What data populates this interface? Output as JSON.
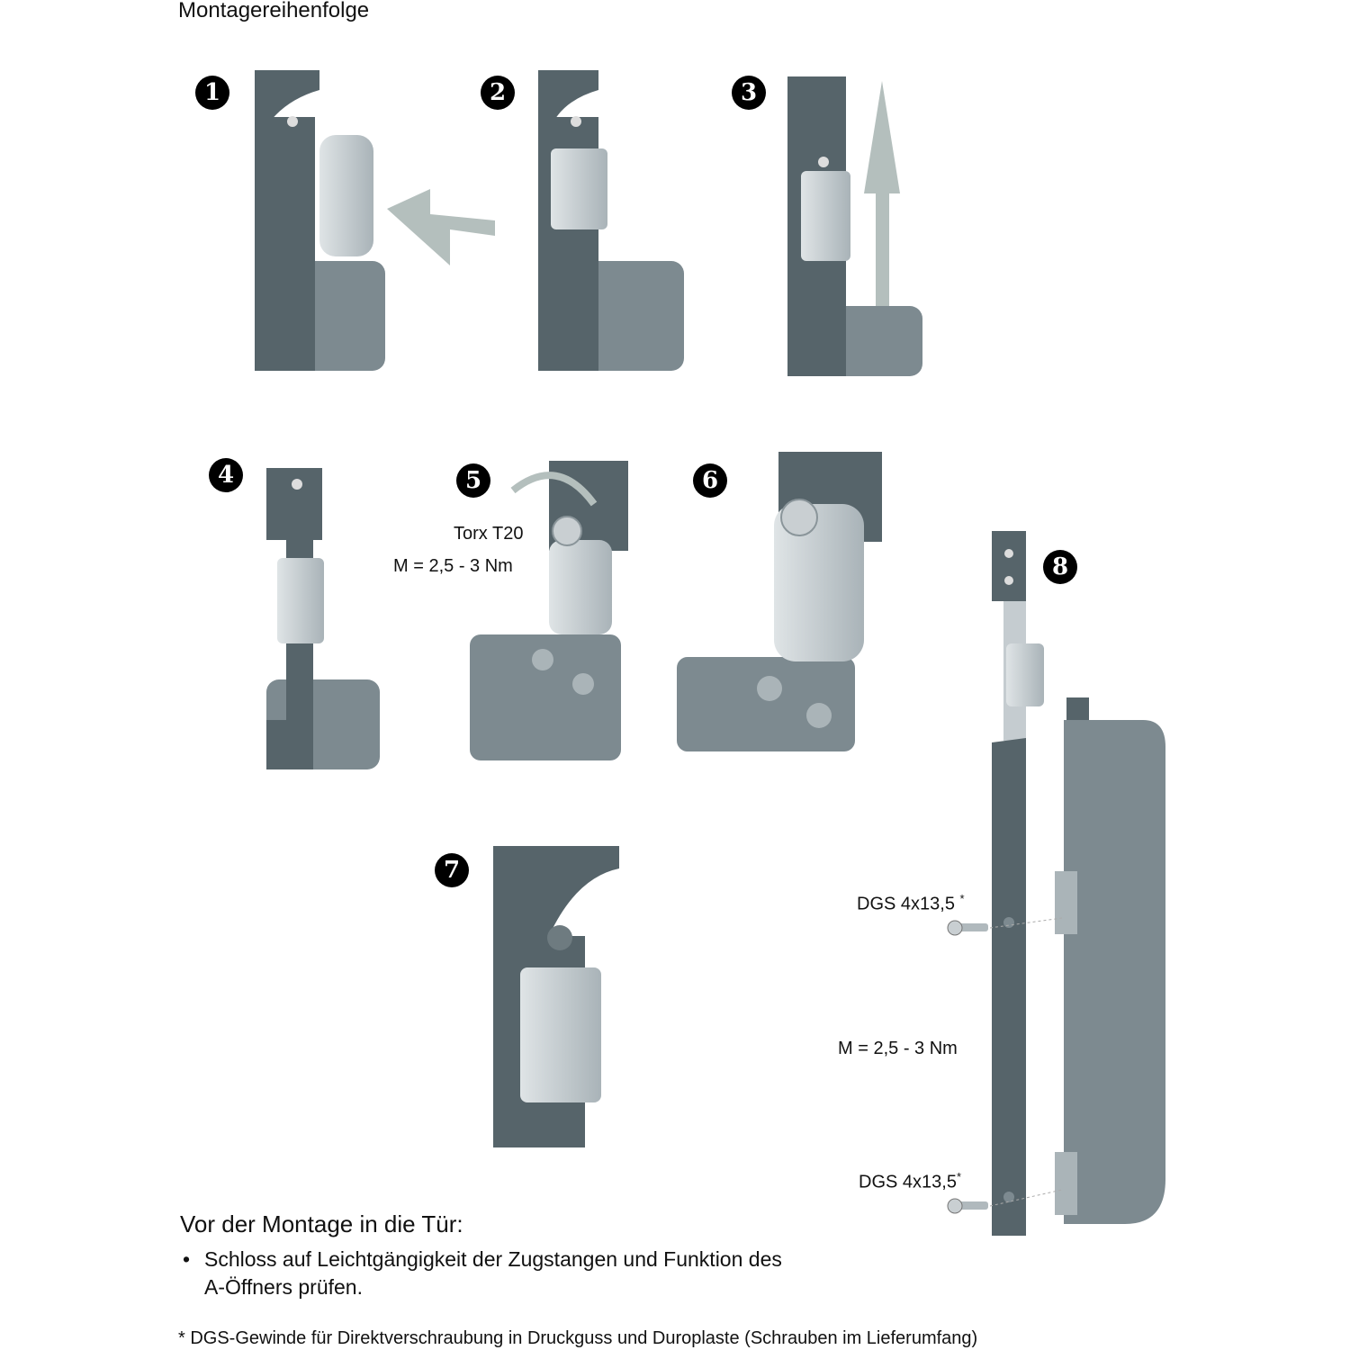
{
  "title": "Montagereihenfolge",
  "steps": [
    "1",
    "2",
    "3",
    "4",
    "5",
    "6",
    "7",
    "8"
  ],
  "annotations": {
    "torx": "Torx T20",
    "torque_step5": "M = 2,5 - 3 Nm",
    "screw_top": "DGS 4x13,5",
    "screw_bottom": "DGS 4x13,5",
    "asterisk": "*",
    "torque_step8": "M = 2,5 - 3 Nm"
  },
  "notes": {
    "heading": "Vor der Montage in die Tür:",
    "bullet_line1": "Schloss auf Leichtgängigkeit der Zugstangen und Funktion des",
    "bullet_line2": "A-Öffners prüfen.",
    "footnote": "* DGS-Gewinde für Direktverschraubung in Druckguss und Duroplaste (Schrauben im Lieferumfang)"
  },
  "colors": {
    "rod": "#56646a",
    "body": "#7d8a90",
    "part": "#c5ccd0",
    "arrow": "#b4bfbd"
  }
}
